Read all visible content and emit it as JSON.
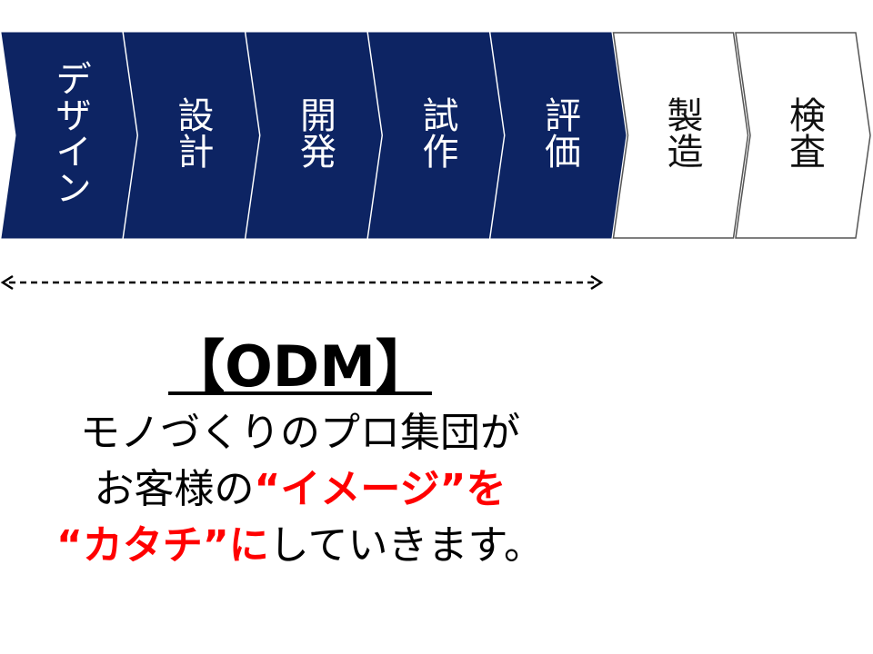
{
  "process": {
    "steps": [
      {
        "label": "デザイン",
        "style": "filled"
      },
      {
        "label": "設計",
        "style": "filled"
      },
      {
        "label": "開発",
        "style": "filled"
      },
      {
        "label": "試作",
        "style": "filled"
      },
      {
        "label": "評価",
        "style": "filled"
      },
      {
        "label": "製造",
        "style": "outline"
      },
      {
        "label": "検査",
        "style": "outline"
      }
    ],
    "colors": {
      "filled": "#0d2463",
      "outline_stroke": "#555555",
      "outline_fill": "#ffffff"
    }
  },
  "odm": {
    "title": "【ODM】",
    "lines": [
      [
        {
          "text": "モノづくりのプロ集団が",
          "highlight": false
        }
      ],
      [
        {
          "text": "お客様の",
          "highlight": false
        },
        {
          "text": "“イメージ”を",
          "highlight": true
        }
      ],
      [
        {
          "text": "“カタチ”に",
          "highlight": true
        },
        {
          "text": "していきます。",
          "highlight": false
        }
      ]
    ],
    "colors": {
      "highlight": "#ff0000",
      "text": "#000000"
    }
  }
}
